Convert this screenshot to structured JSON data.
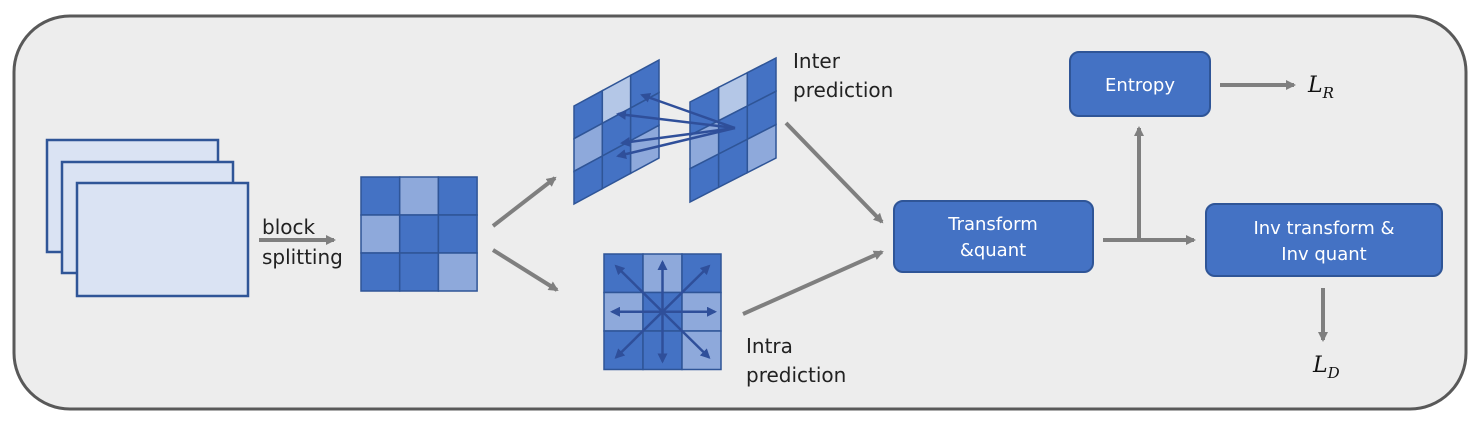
{
  "labels": {
    "block_splitting_1": "block",
    "block_splitting_2": "splitting",
    "inter_1": "Inter",
    "inter_2": "prediction",
    "intra_1": "Intra",
    "intra_2": "prediction"
  },
  "boxes": {
    "transform_1": "Transform",
    "transform_2": "&quant",
    "entropy": "Entropy",
    "inv_1": "Inv transform &",
    "inv_2": "Inv quant"
  },
  "outputs": {
    "rate_main": "L",
    "rate_sub": "R",
    "dist_main": "L",
    "dist_sub": "D"
  },
  "colors": {
    "frame_bg": "#EDEDED",
    "frame_border": "#595959",
    "box_fill": "#4472C4",
    "cell_dark": "#4472C4",
    "cell_light": "#8EA9DB",
    "cell_lighter": "#B4C7E7",
    "page_fill": "#DAE3F3",
    "arrow": "#7F7F7F"
  }
}
